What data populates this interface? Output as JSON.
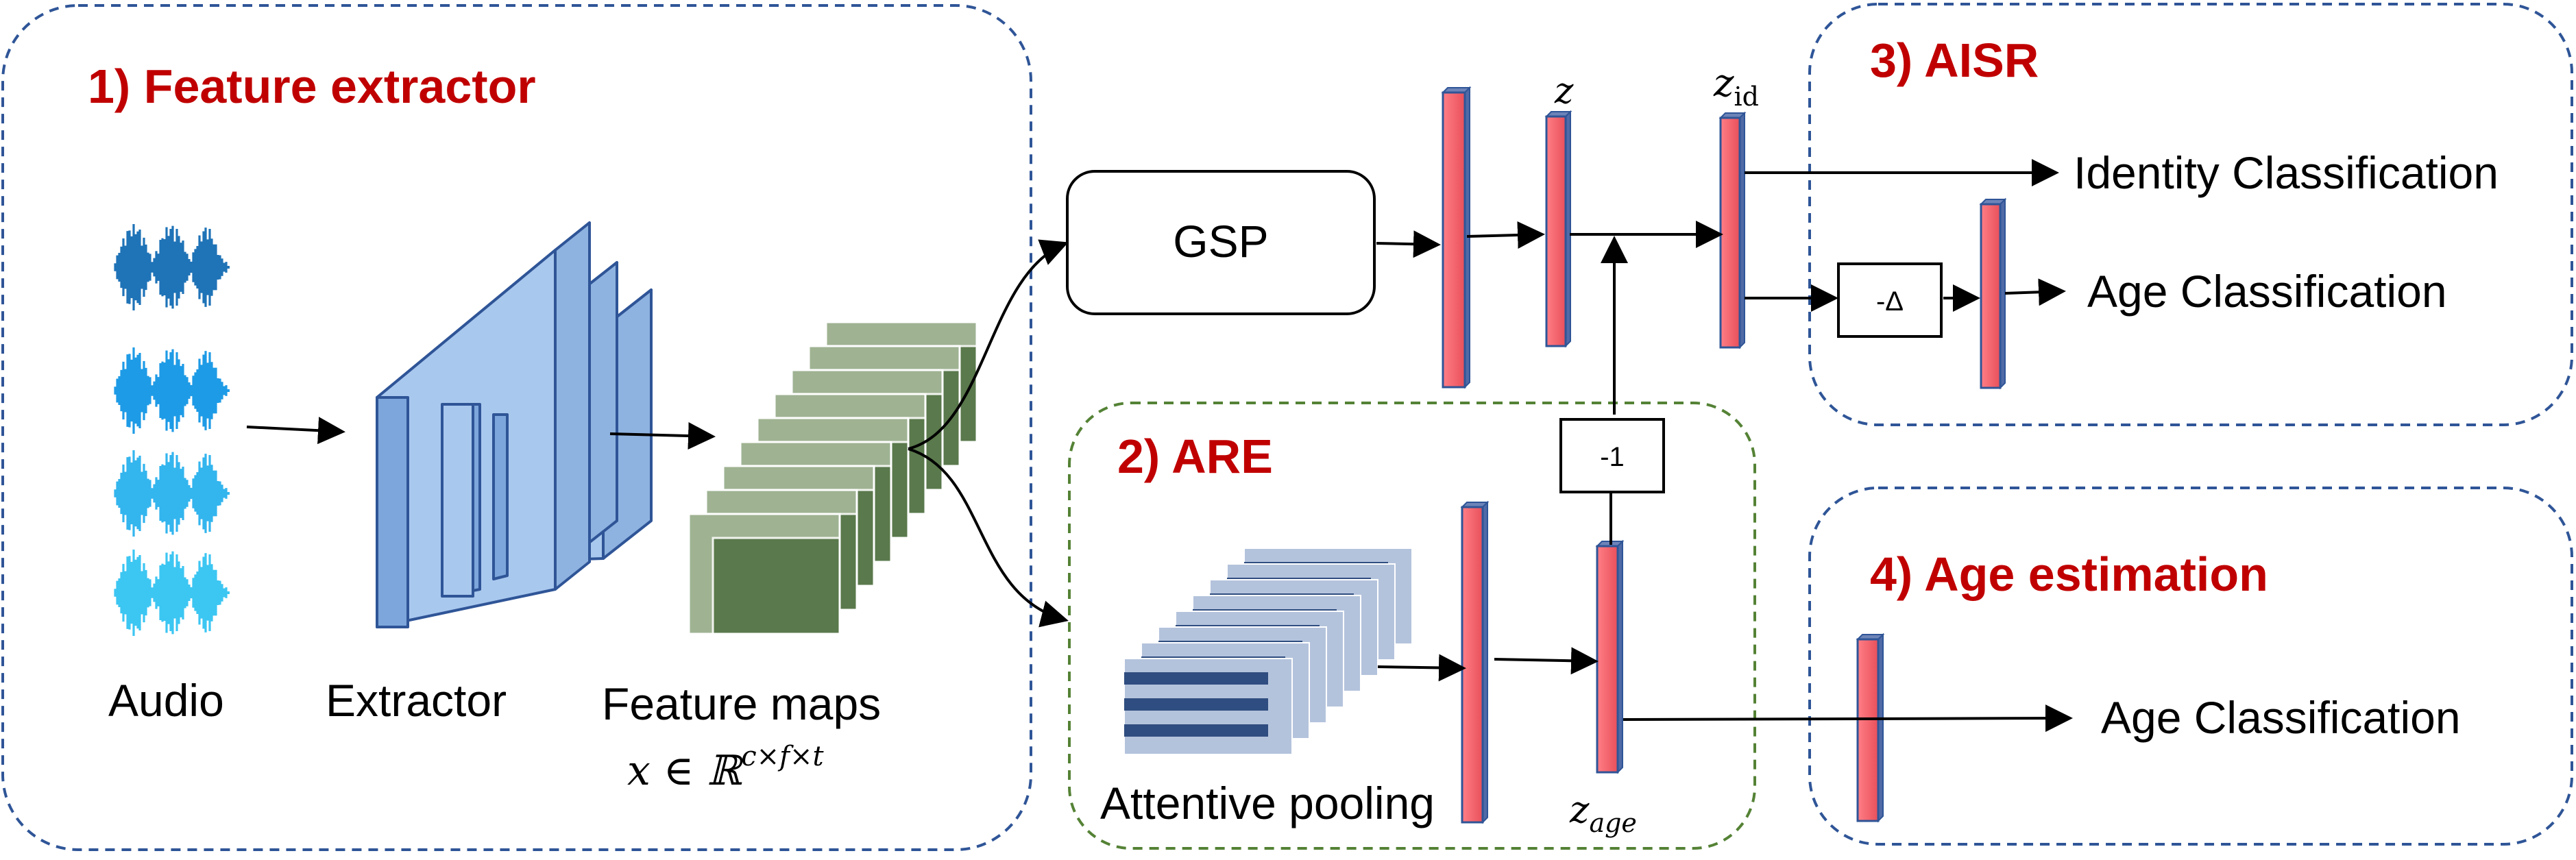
{
  "sections": {
    "feature_extractor": {
      "title": "1) Feature extractor"
    },
    "are": {
      "title": "2) ARE"
    },
    "aisr": {
      "title": "3) AISR"
    },
    "age_estimation": {
      "title": "4) Age estimation"
    }
  },
  "labels": {
    "audio": "Audio",
    "extractor": "Extractor",
    "feature_maps": "Feature maps",
    "feature_maps_formula": "x ∈ ℝ",
    "feature_maps_formula_sup": "c×f×t",
    "gsp": "GSP",
    "z": "z",
    "z_id": "z",
    "z_id_sub": "id",
    "z_age": "z",
    "z_age_sub": "age",
    "attentive_pooling": "Attentive pooling",
    "identity_classification": "Identity Classification",
    "age_classification_aisr": "Age Classification",
    "age_classification_est": "Age Classification",
    "minus_delta": "-Δ",
    "minus_one": "-1"
  },
  "colors": {
    "section_title": "#c00000",
    "dashed_blue": "#2f5597",
    "dashed_green": "#548235",
    "embedding_bar_fill": "#f26b73",
    "embedding_bar_border": "#2f5597",
    "extractor_fill": "#a9c8ee",
    "extractor_border": "#2f5597",
    "feature_map_dark": "#4f7040",
    "feature_map_light": "#9fb393",
    "pooling_dark": "#2f4d80",
    "pooling_light": "#b4c3dc",
    "audio_waves": [
      "#1f73b7",
      "#1e9be6",
      "#33b5ee",
      "#3cc6f2"
    ]
  }
}
